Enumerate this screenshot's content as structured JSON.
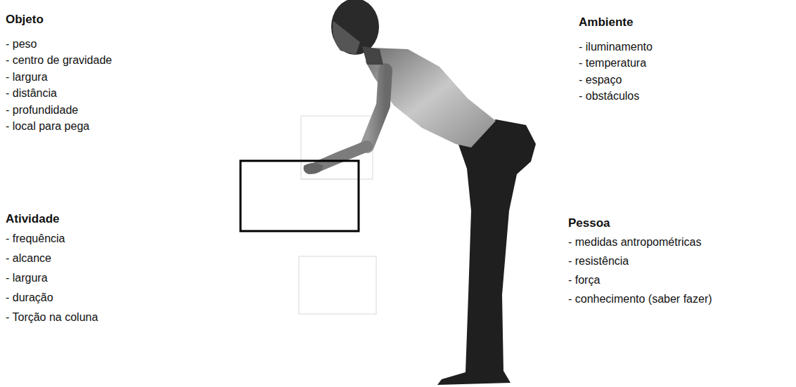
{
  "diagram": {
    "labels": [
      "Objeto",
      "- peso",
      "- centro de gravidade",
      "- largura",
      "- distância",
      "- profundidade",
      "- local para pega",
      "Ambiente",
      "- iluminamento",
      "- temperatura",
      "- espaço",
      "- obstáculos",
      "Atividade",
      "- frequência",
      "- alcance",
      "- largura",
      "- duração",
      "- Torção na coluna",
      "Pessoa",
      "- medidas antropométricas",
      "- resistência",
      "- força",
      "- conhecimento (saber fazer)"
    ]
  }
}
